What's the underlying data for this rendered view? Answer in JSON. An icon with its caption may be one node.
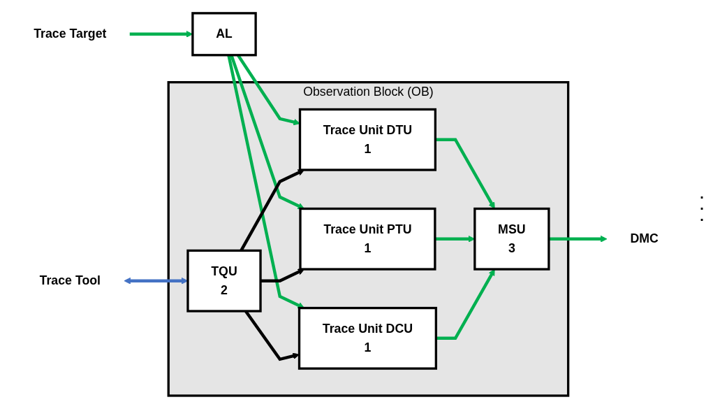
{
  "diagram": {
    "nodes": [
      {
        "text": [
          "Observation Block (OB)"
        ]
      },
      {
        "text": [
          "AL"
        ]
      },
      {
        "text": [
          "TQU",
          "2"
        ],
        "in": 0
      },
      {
        "text": [
          "Trace Unit DTU",
          "1"
        ],
        "in": 0
      },
      {
        "text": [
          "Trace Unit PTU",
          "1"
        ],
        "in": 0
      },
      {
        "text": [
          "Trace Unit DCU",
          "1"
        ],
        "in": 0
      },
      {
        "text": [
          "MSU",
          "3"
        ],
        "in": 0
      },
      {
        "text": [
          "Trace Tool"
        ]
      },
      {
        "text": [
          "Trace Target"
        ]
      },
      {
        "text": [
          "DMC"
        ]
      }
    ],
    "edges": [
      {
        "from": 7,
        "to": 2,
        "arrow": "both",
        "color": "#4472c4"
      },
      {
        "from": 8,
        "to": 1,
        "arrow": "to"
      },
      {
        "from": 1,
        "to": 3,
        "arrow": "to"
      },
      {
        "from": 1,
        "to": 4,
        "arrow": "to"
      },
      {
        "from": 1,
        "to": 5,
        "arrow": "to"
      },
      {
        "from": 2,
        "to": 3,
        "arrow": "to",
        "color": "#000000"
      },
      {
        "from": 2,
        "to": 4,
        "arrow": "to",
        "color": "#000000"
      },
      {
        "from": 2,
        "to": 5,
        "arrow": "to",
        "color": "#000000"
      },
      {
        "from": 3,
        "to": 6,
        "arrow": "to"
      },
      {
        "from": 4,
        "to": 6,
        "arrow": "to"
      },
      {
        "from": 5,
        "to": 6,
        "arrow": "to"
      },
      {
        "from": 6,
        "to": 9,
        "arrow": "to"
      }
    ],
    "labels": [
      ".",
      ".",
      "."
    ]
  }
}
